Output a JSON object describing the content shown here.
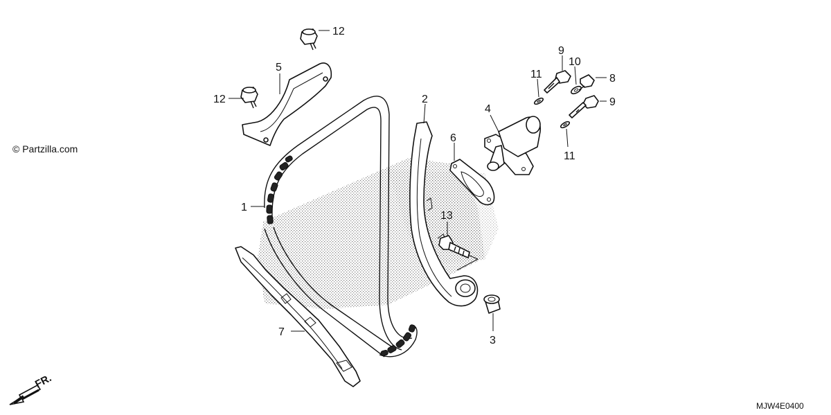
{
  "watermark": "© Partzilla.com",
  "diagram_code": "MJW4E0400",
  "front_marker": "FR.",
  "callouts": {
    "c1": "1",
    "c2": "2",
    "c3": "3",
    "c4": "4",
    "c5": "5",
    "c6": "6",
    "c7": "7",
    "c8": "8",
    "c9a": "9",
    "c9b": "9",
    "c10": "10",
    "c11a": "11",
    "c11b": "11",
    "c12a": "12",
    "c12b": "12",
    "c13": "13"
  }
}
